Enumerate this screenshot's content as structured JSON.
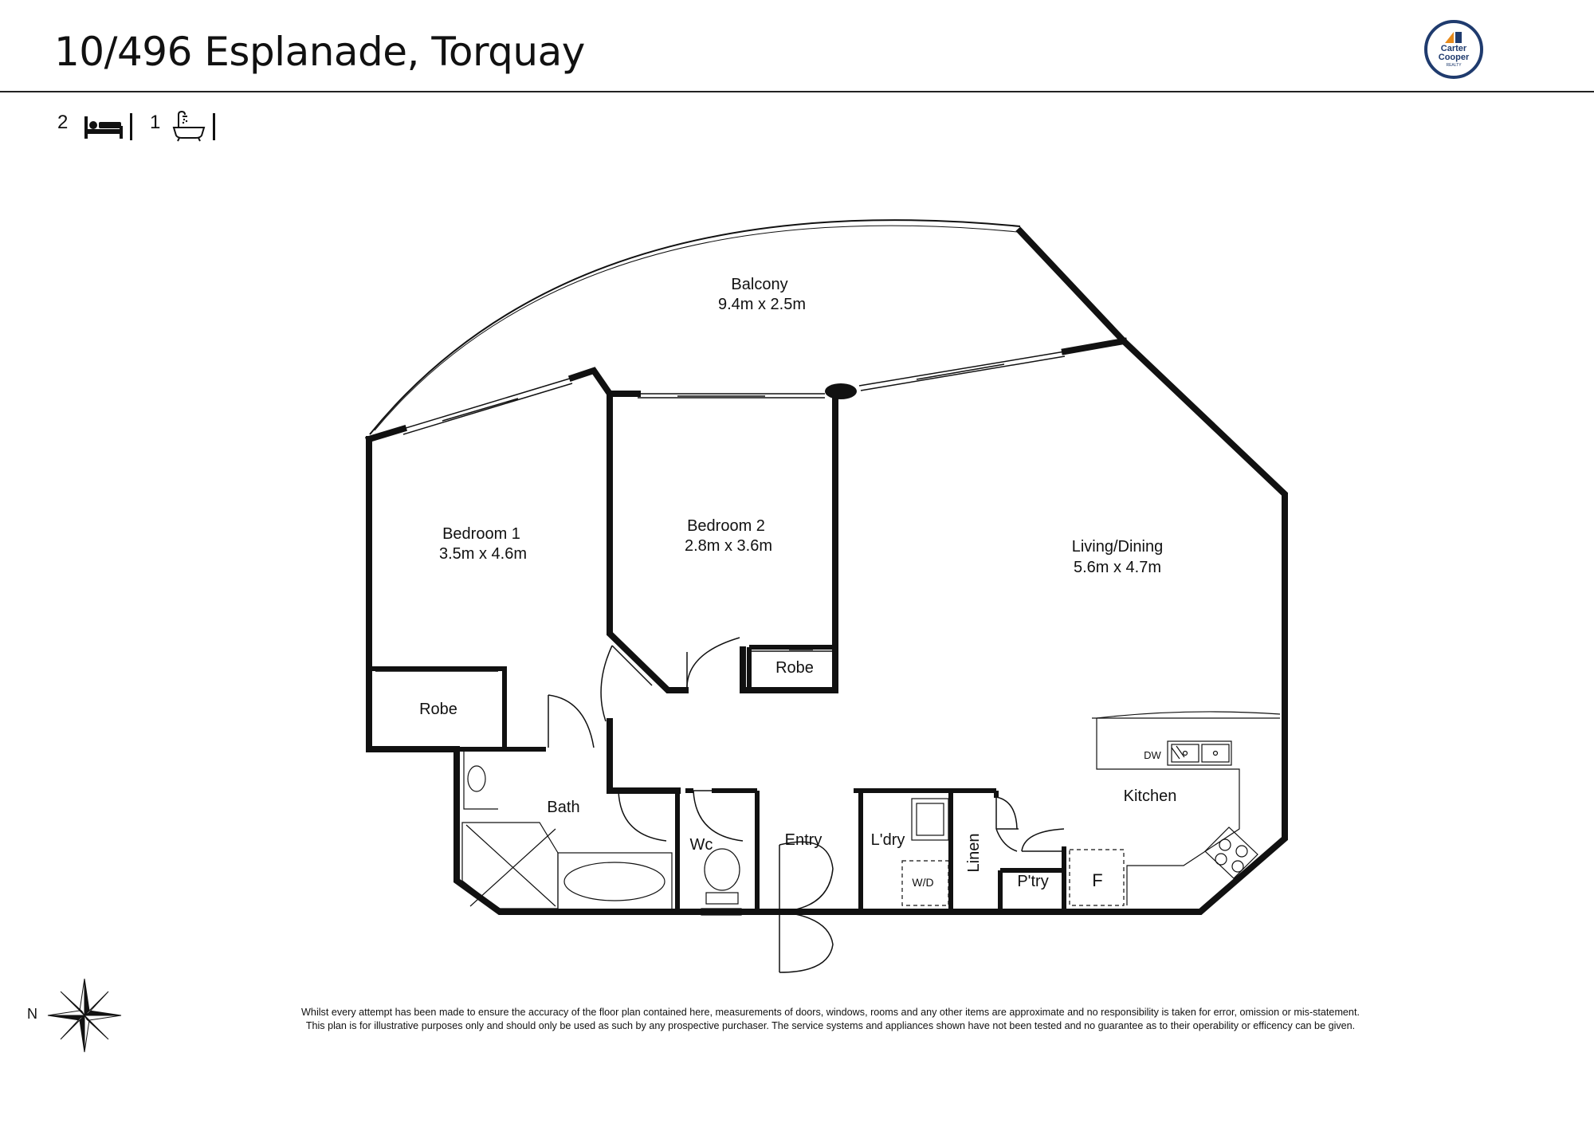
{
  "header": {
    "title": "10/496 Esplanade, Torquay",
    "logo_text_1": "Carter",
    "logo_text_2": "Cooper",
    "logo_text_3": "REALTY",
    "brand_color": "#1f3b6e",
    "accent_color": "#e88a1a"
  },
  "features": {
    "bedrooms": "2",
    "bedroom_icon": "bed-icon",
    "bathrooms": "1",
    "bathroom_icon": "bath-icon"
  },
  "rooms": {
    "balcony": {
      "name": "Balcony",
      "size": "9.4m x 2.5m"
    },
    "bedroom1": {
      "name": "Bedroom 1",
      "size": "3.5m x 4.6m"
    },
    "bedroom2": {
      "name": "Bedroom 2",
      "size": "2.8m x 3.6m"
    },
    "living": {
      "name": "Living/Dining",
      "size": "5.6m x 4.7m"
    },
    "robe1": "Robe",
    "robe2": "Robe",
    "bath": "Bath",
    "wc": "Wc",
    "entry": "Entry",
    "laundry": "L'dry",
    "wd": "W/D",
    "linen": "Linen",
    "pantry": "P'try",
    "fridge": "F",
    "kitchen": "Kitchen",
    "dw": "DW"
  },
  "compass": {
    "label": "N",
    "icon": "compass-rose-icon"
  },
  "disclaimer": {
    "line1": "Whilst every attempt has been made to ensure the accuracy of the floor plan contained here, measurements of doors, windows, rooms and any other items are approximate and no responsibility is taken for error, omission or mis-statement.",
    "line2": "This plan is for illustrative purposes only and should only be used as such by any prospective purchaser. The service systems and appliances shown have not been tested and no guarantee as to their operability or efficency can be given."
  }
}
